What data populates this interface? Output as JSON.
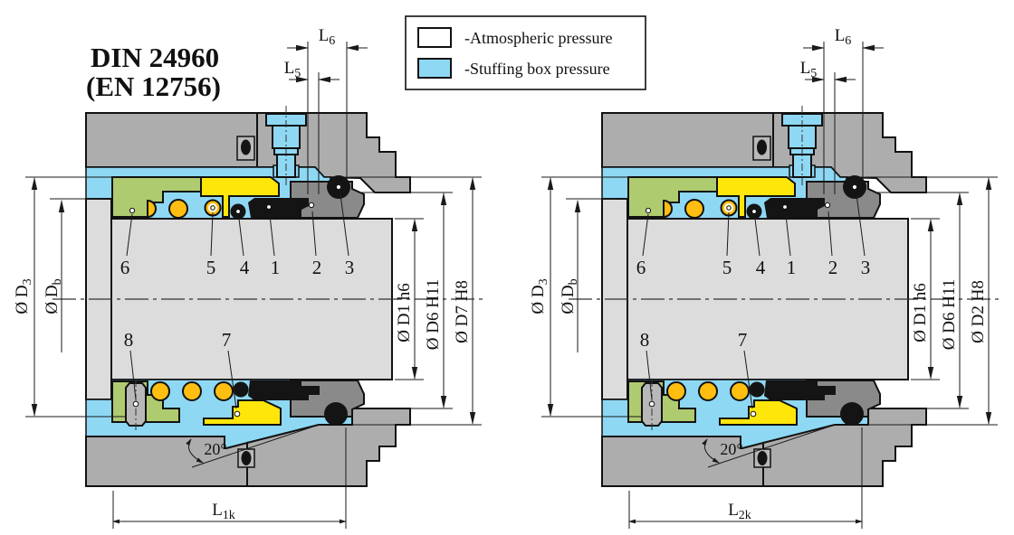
{
  "title": {
    "line1": "DIN 24960",
    "line2": "(EN 12756)"
  },
  "legend": {
    "items": [
      {
        "label": "-Atmospheric pressure",
        "swatch_color": "#FFFFFF"
      },
      {
        "label": "-Stuffing box pressure",
        "swatch_color": "#8ED8F4"
      }
    ]
  },
  "colors": {
    "stuffing_box_pressure": "#8ED8F4",
    "atmospheric_pressure": "#FFFFFF",
    "housing_grey": "#ADADAD",
    "seat_dark_grey": "#8A8A8A",
    "shaft_light_grey": "#DCDCDC",
    "collar_green": "#AFCB70",
    "retainer_yellow": "#FFE60A",
    "spring_orange": "#FFBE10",
    "elastomer_black": "#141414"
  },
  "diagrams": [
    {
      "name": "left-seal-section",
      "dim_labels": {
        "L6": {
          "base": "L",
          "sub": "6"
        },
        "L5": {
          "base": "L",
          "sub": "5"
        },
        "D3": {
          "base": "Ø D",
          "sub": "3"
        },
        "Db": {
          "base": "Ø D",
          "sub": "b"
        },
        "D1": "Ø D1 h6",
        "D6": "Ø D6 H11",
        "D_outer": "Ø D7 H8",
        "Lk": {
          "base": "L",
          "sub": "1k"
        },
        "angle": "20°"
      },
      "part_labels": {
        "p1": "1",
        "p2": "2",
        "p3": "3",
        "p4": "4",
        "p5": "5",
        "p6": "6",
        "p7": "7",
        "p8": "8"
      }
    },
    {
      "name": "right-seal-section",
      "dim_labels": {
        "L6": {
          "base": "L",
          "sub": "6"
        },
        "L5": {
          "base": "L",
          "sub": "5"
        },
        "D3": {
          "base": "Ø D",
          "sub": "3"
        },
        "Db": {
          "base": "Ø D",
          "sub": "b"
        },
        "D1": "Ø D1 h6",
        "D6": "Ø D6 H11",
        "D_outer": "Ø D2 H8",
        "Lk": {
          "base": "L",
          "sub": "2k"
        },
        "angle": "20°"
      },
      "part_labels": {
        "p1": "1",
        "p2": "2",
        "p3": "3",
        "p4": "4",
        "p5": "5",
        "p6": "6",
        "p7": "7",
        "p8": "8"
      }
    }
  ]
}
